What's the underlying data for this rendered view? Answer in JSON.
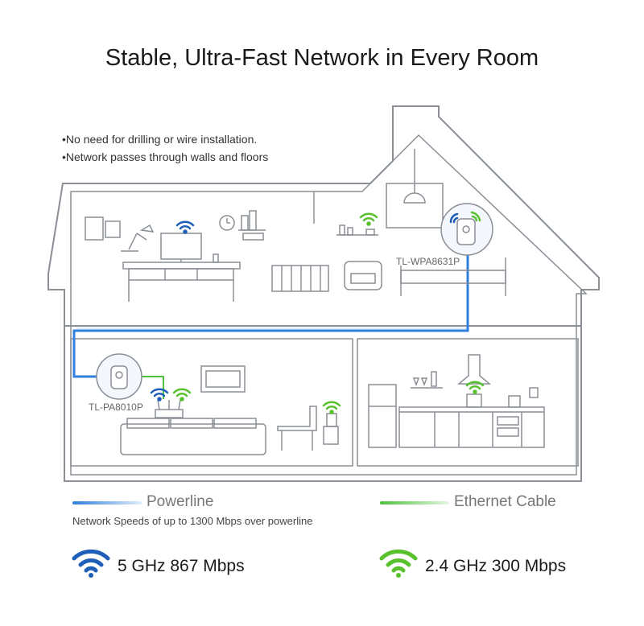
{
  "title": "Stable, Ultra-Fast Network in Every Room",
  "bullets": [
    "No need for drilling or wire installation.",
    "Network passes through walls and floors"
  ],
  "devices": {
    "top": "TL-WPA8631P",
    "bottom": "TL-PA8010P"
  },
  "legend": {
    "powerline": "Powerline",
    "ethernet": "Ethernet Cable",
    "speeds": "Network Speeds of up to 1300 Mbps over powerline"
  },
  "bands": [
    {
      "label": "5 GHz  867 Mbps",
      "color": "#1f5fb8"
    },
    {
      "label": "2.4 GHz  300 Mbps",
      "color": "#59c12e"
    }
  ],
  "colors": {
    "powerline": "#2f7fdc",
    "ethernet": "#4cc23a",
    "wifi_5g": "#1f5fb8",
    "wifi_24g": "#59c12e",
    "line": "#8a8f96"
  },
  "icons": [
    "wifi-icon",
    "clock-icon",
    "desk-lamp-icon",
    "monitor-icon",
    "pendant-lamp-icon",
    "router-icon",
    "tv-icon",
    "range-hood-icon"
  ]
}
